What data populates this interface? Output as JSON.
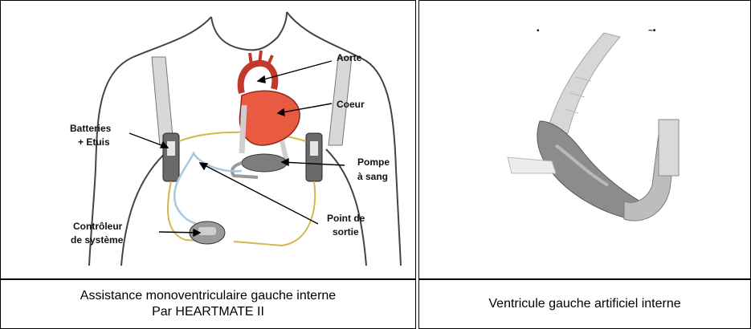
{
  "figure": {
    "labels": {
      "aorte": "Aorte",
      "coeur": "Coeur",
      "batteries_line1": "Batteries",
      "batteries_line2": "+ Etuis",
      "pompe_line1": "Pompe",
      "pompe_line2": "à sang",
      "point_line1": "Point de",
      "point_line2": "sortie",
      "controleur_line1": "Contrôleur",
      "controleur_line2": "de système"
    },
    "photo_marks": {
      "left": "▪",
      "right": "~•"
    }
  },
  "captions": {
    "left_line1": "Assistance monoventriculaire gauche interne",
    "left_line2": "Par HEARTMATE II",
    "right": "Ventricule gauche artificiel interne"
  }
}
